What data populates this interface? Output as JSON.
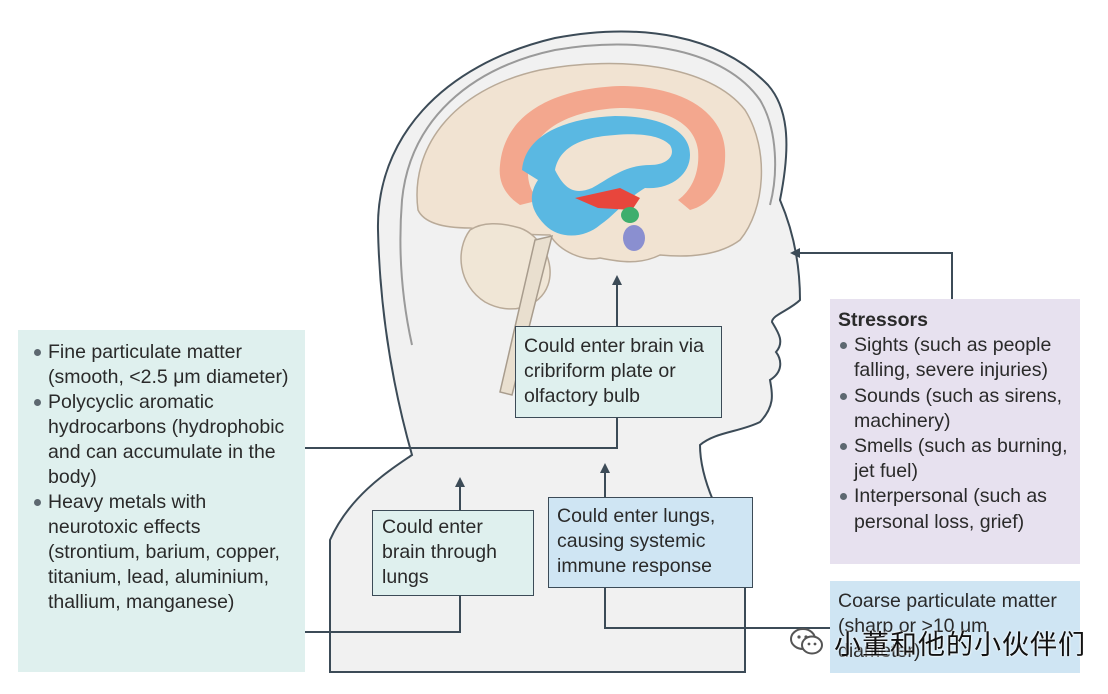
{
  "particulates_box": {
    "items": [
      "Fine particulate matter (smooth, <2.5 μm diameter)",
      "Polycyclic aromatic hydrocarbons (hydrophobic and can accumulate in the body)",
      "Heavy metals with neurotoxic effects (strontium, barium, copper, titanium, lead, aluminium, thallium, manganese)"
    ]
  },
  "pathways": {
    "cribriform": "Could enter brain via cribriform plate or olfactory bulb",
    "brain_through_lungs": "Could enter brain through lungs",
    "lungs_immune": "Could enter lungs, causing systemic immune response"
  },
  "stressors_box": {
    "title": "Stressors",
    "items": [
      "Sights (such as people falling, severe injuries)",
      "Sounds (such as sirens, machinery)",
      "Smells (such as burning, jet fuel)",
      "Interpersonal (such as personal loss, grief)"
    ]
  },
  "coarse_box": {
    "text": "Coarse particulate matter (sharp or >10 μm diameter)"
  },
  "watermark": {
    "text": "小董和他的小伙伴们",
    "icon": "wechat-icon"
  },
  "colors": {
    "head_fill": "#f1f1f1",
    "outline": "#3c4b57",
    "brain": "#f1e3d2",
    "cingulate": "#f3a78e",
    "ventricle": "#5ab8e2",
    "amygdala": "#e8463c",
    "green_region": "#3fae6d",
    "purple_region": "#8a8fd0"
  }
}
